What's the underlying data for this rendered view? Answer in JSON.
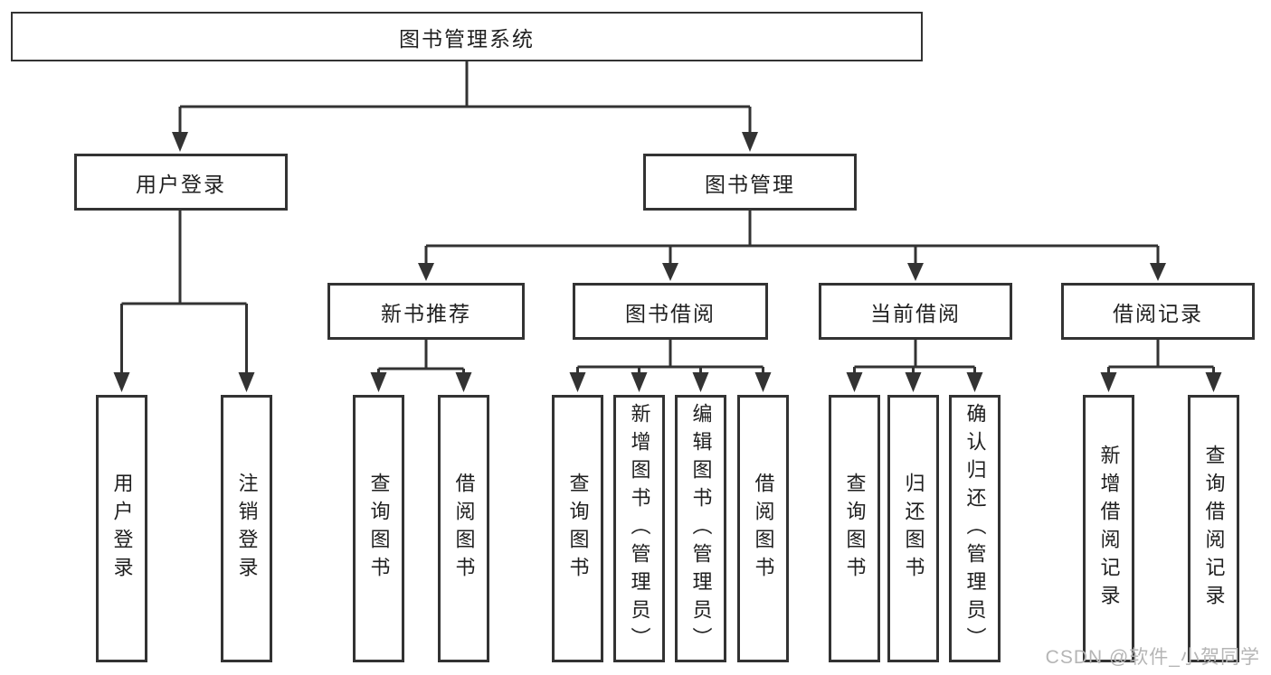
{
  "colors": {
    "background": "#ffffff",
    "line": "#333333",
    "box_border": "#333333",
    "text": "#1f1f1f",
    "watermark": "#b5b5b5"
  },
  "root": {
    "label": "图书管理系统"
  },
  "level2": [
    {
      "label": "用户登录"
    },
    {
      "label": "图书管理"
    }
  ],
  "level3": [
    {
      "label": "新书推荐"
    },
    {
      "label": "图书借阅"
    },
    {
      "label": "当前借阅"
    },
    {
      "label": "借阅记录"
    }
  ],
  "leaves": [
    {
      "label": "用户登录"
    },
    {
      "label": "注销登录"
    },
    {
      "label": "查询图书"
    },
    {
      "label": "借阅图书"
    },
    {
      "label": "查询图书"
    },
    {
      "label": "新增图书（管理员）"
    },
    {
      "label": "编辑图书（管理员）"
    },
    {
      "label": "借阅图书"
    },
    {
      "label": "查询图书"
    },
    {
      "label": "归还图书"
    },
    {
      "label": "确认归还（管理员）"
    },
    {
      "label": "新增借阅记录"
    },
    {
      "label": "查询借阅记录"
    }
  ],
  "watermark": {
    "text": "CSDN @软件_小贺同学"
  }
}
